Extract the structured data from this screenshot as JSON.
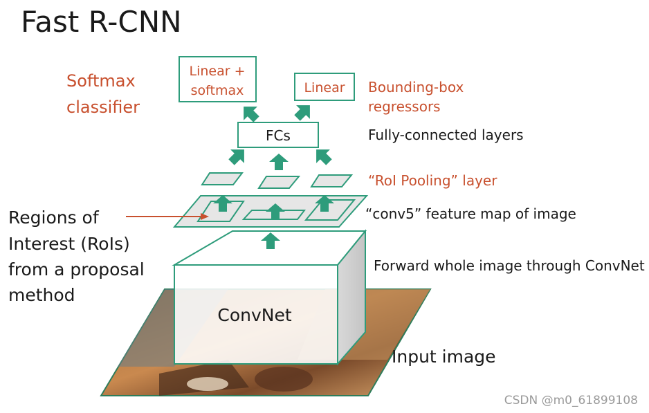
{
  "title": "Fast R-CNN",
  "labels": {
    "softmax_classifier": [
      "Softmax",
      "classifier"
    ],
    "bbox_regressors": [
      "Bounding-box",
      "regressors"
    ],
    "fully_connected": "Fully-connected layers",
    "roi_pooling": "“RoI Pooling” layer",
    "conv5_feature_map": "“conv5” feature map of image",
    "forward_image": "Forward whole image through ConvNet",
    "input_image": "Input image",
    "regions_of_interest": [
      "Regions of",
      "Interest (RoIs)",
      "from a proposal",
      "method"
    ]
  },
  "boxes": {
    "linear_softmax": [
      "Linear +",
      "softmax"
    ],
    "linear": "Linear",
    "fcs": "FCs",
    "convnet": "ConvNet"
  },
  "watermark": "CSDN @m0_61899108",
  "colors": {
    "accent_red": "#c8502e",
    "arrow_teal": "#2e9c7b",
    "box_border": "#2e9c7b",
    "gray_fill": "#e6e6e6",
    "text": "#1a1a1a"
  }
}
